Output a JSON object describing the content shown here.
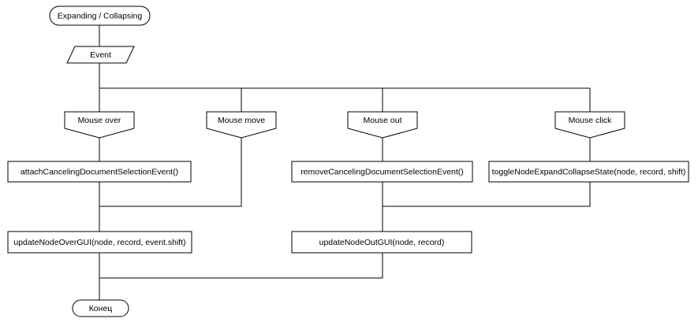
{
  "diagram": {
    "type": "flowchart",
    "background_color": "#ffffff",
    "stroke_color": "#000000",
    "text_color": "#000000",
    "nodes": {
      "start": {
        "type": "terminator",
        "label": "Expanding / Collapsing"
      },
      "event": {
        "type": "data-parallelogram",
        "label": "Event"
      },
      "mouse_over": {
        "type": "branch-pentagon",
        "label": "Mouse over"
      },
      "mouse_move": {
        "type": "branch-pentagon",
        "label": "Mouse move"
      },
      "mouse_out": {
        "type": "branch-pentagon",
        "label": "Mouse out"
      },
      "mouse_click": {
        "type": "branch-pentagon",
        "label": "Mouse click"
      },
      "attach": {
        "type": "process",
        "label": "attachCancelingDocumentSelectionEvent()"
      },
      "remove": {
        "type": "process",
        "label": "removeCancelingDocumentSelectionEvent()"
      },
      "toggle": {
        "type": "process",
        "label": "toggleNodeExpandCollapseState(node, record, shift)"
      },
      "update_over": {
        "type": "process",
        "label": "updateNodeOverGUI(node, record, event.shift)"
      },
      "update_out": {
        "type": "process",
        "label": "updateNodeOutGUI(node, record)"
      },
      "end": {
        "type": "terminator",
        "label": "Конец"
      }
    },
    "edges": [
      "start -> event",
      "event -> mouse_over",
      "event -> mouse_move",
      "event -> mouse_out",
      "event -> mouse_click",
      "mouse_over -> attach",
      "mouse_out -> remove",
      "mouse_click -> toggle",
      "attach -> update_over",
      "mouse_move -> update_over",
      "remove -> update_out",
      "toggle -> update_out",
      "update_over -> end",
      "update_out -> end"
    ]
  }
}
